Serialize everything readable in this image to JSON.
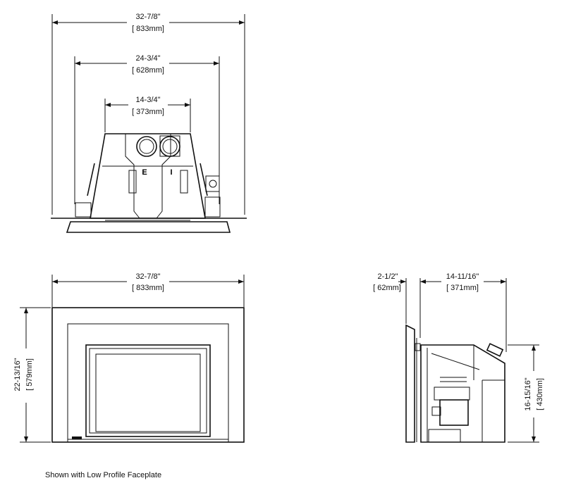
{
  "top_view": {
    "overall_width": {
      "imperial": "32-7/8\"",
      "metric": "[ 833mm]"
    },
    "middle_width": {
      "imperial": "24-3/4\"",
      "metric": "[ 628mm]"
    },
    "top_width": {
      "imperial": "14-3/4\"",
      "metric": "[ 373mm]"
    },
    "vent_labels": {
      "exhaust": "E",
      "intake": "I"
    }
  },
  "front_view": {
    "width": {
      "imperial": "32-7/8\"",
      "metric": "[ 833mm]"
    },
    "height": {
      "imperial": "22-13/16\"",
      "metric": "[ 579mm]"
    }
  },
  "side_view": {
    "faceplate_depth": {
      "imperial": "2-1/2\"",
      "metric": "[ 62mm]"
    },
    "body_depth": {
      "imperial": "14-11/16\"",
      "metric": "[ 371mm]"
    },
    "height": {
      "imperial": "16-15/16\"",
      "metric": "[ 430mm]"
    }
  },
  "caption": "Shown with Low Profile Faceplate"
}
